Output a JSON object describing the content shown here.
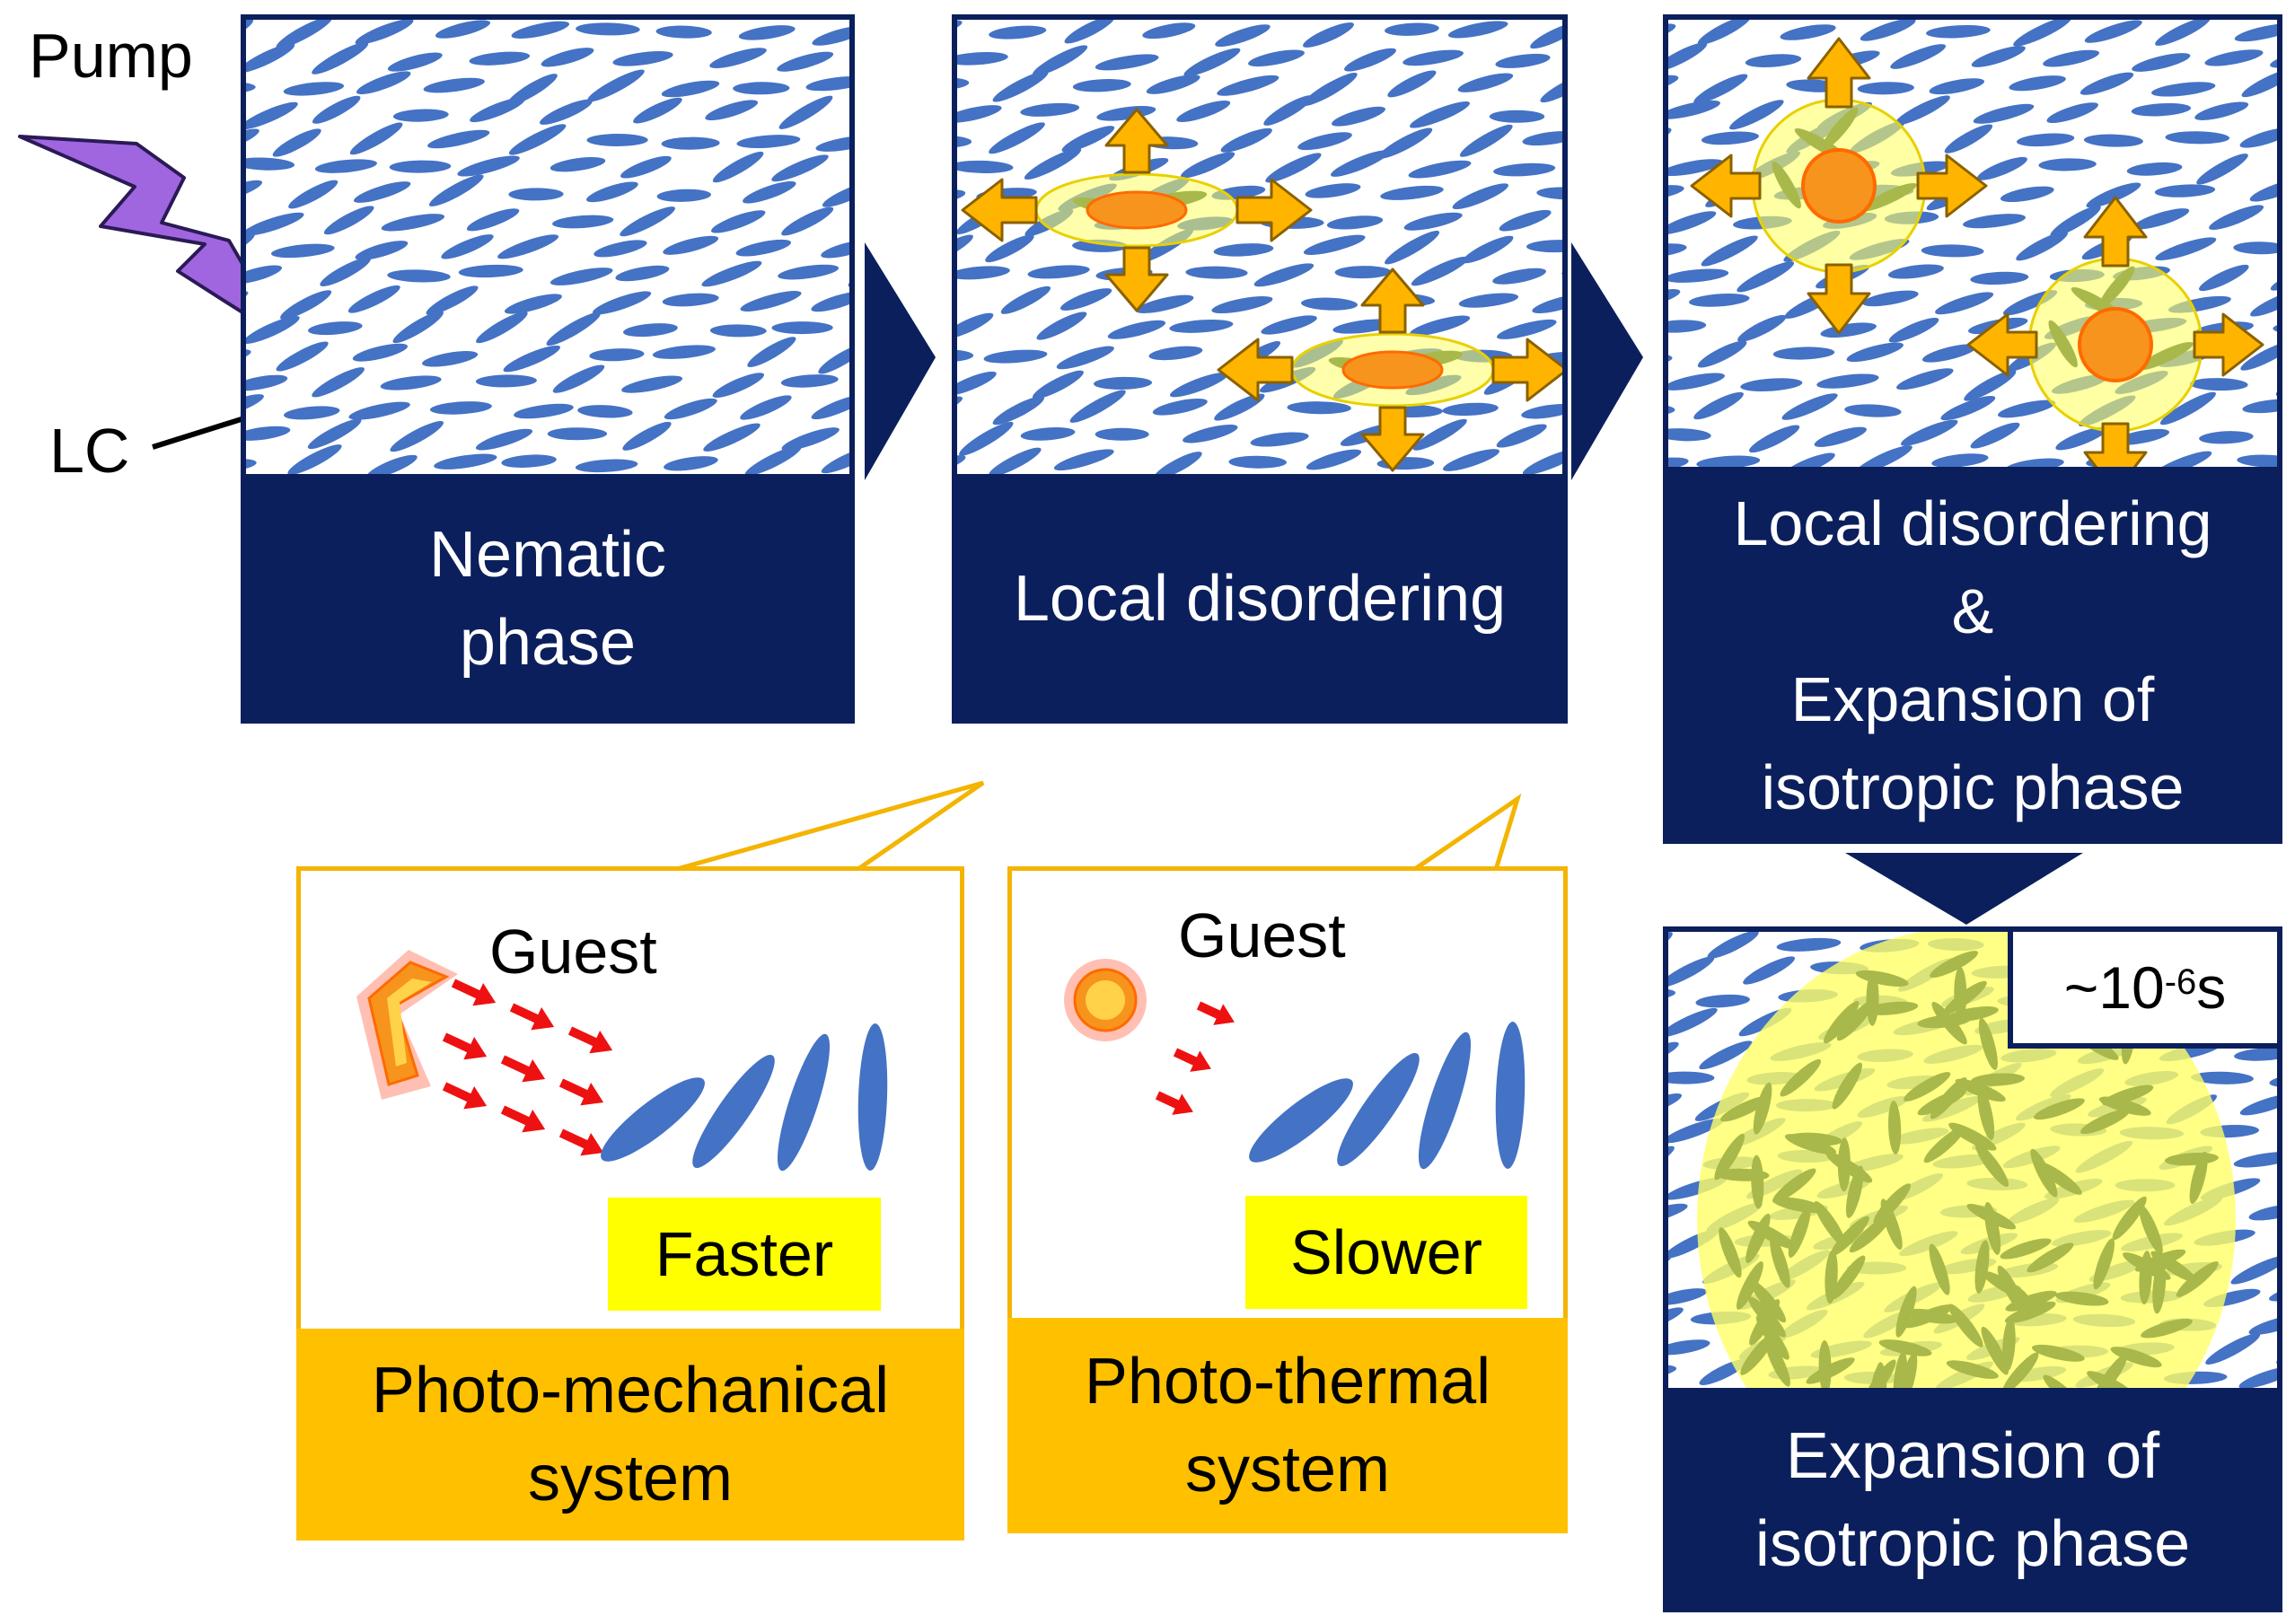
{
  "labels": {
    "pump": "Pump",
    "lc": "LC"
  },
  "stages": [
    {
      "caption": "Nematic\nphase"
    },
    {
      "caption": "Local disordering"
    },
    {
      "caption": "Local disordering\n&\nExpansion of\nisotropic phase"
    },
    {
      "caption": "Expansion of\nisotropic phase"
    }
  ],
  "timescale": {
    "prefix": "~10",
    "exponent": "-6",
    "unit": "s"
  },
  "systems": [
    {
      "guest_label": "Guest",
      "speed_tag": "Faster",
      "caption": "Photo-mechanical\nsystem"
    },
    {
      "guest_label": "Guest",
      "speed_tag": "Slower",
      "caption": "Photo-thermal\nsystem"
    }
  ],
  "colors": {
    "navy": "#0b1f5c",
    "lc_blue": "#4472c4",
    "isotropic_green": "#a9b84a",
    "glow_yellow": "#ffff66",
    "arrow_orange": "#ffb400",
    "core_orange": "#f7941d",
    "red_arrow": "#ee1111",
    "pump_purple": "#a066e0",
    "speech_border": "#f4b400",
    "caption_orange": "#ffc000"
  },
  "icons": [
    "lightning-bolt-icon",
    "expansion-arrows-icon",
    "chevron-guest-icon",
    "sphere-guest-icon",
    "heat-arrow-icon"
  ]
}
